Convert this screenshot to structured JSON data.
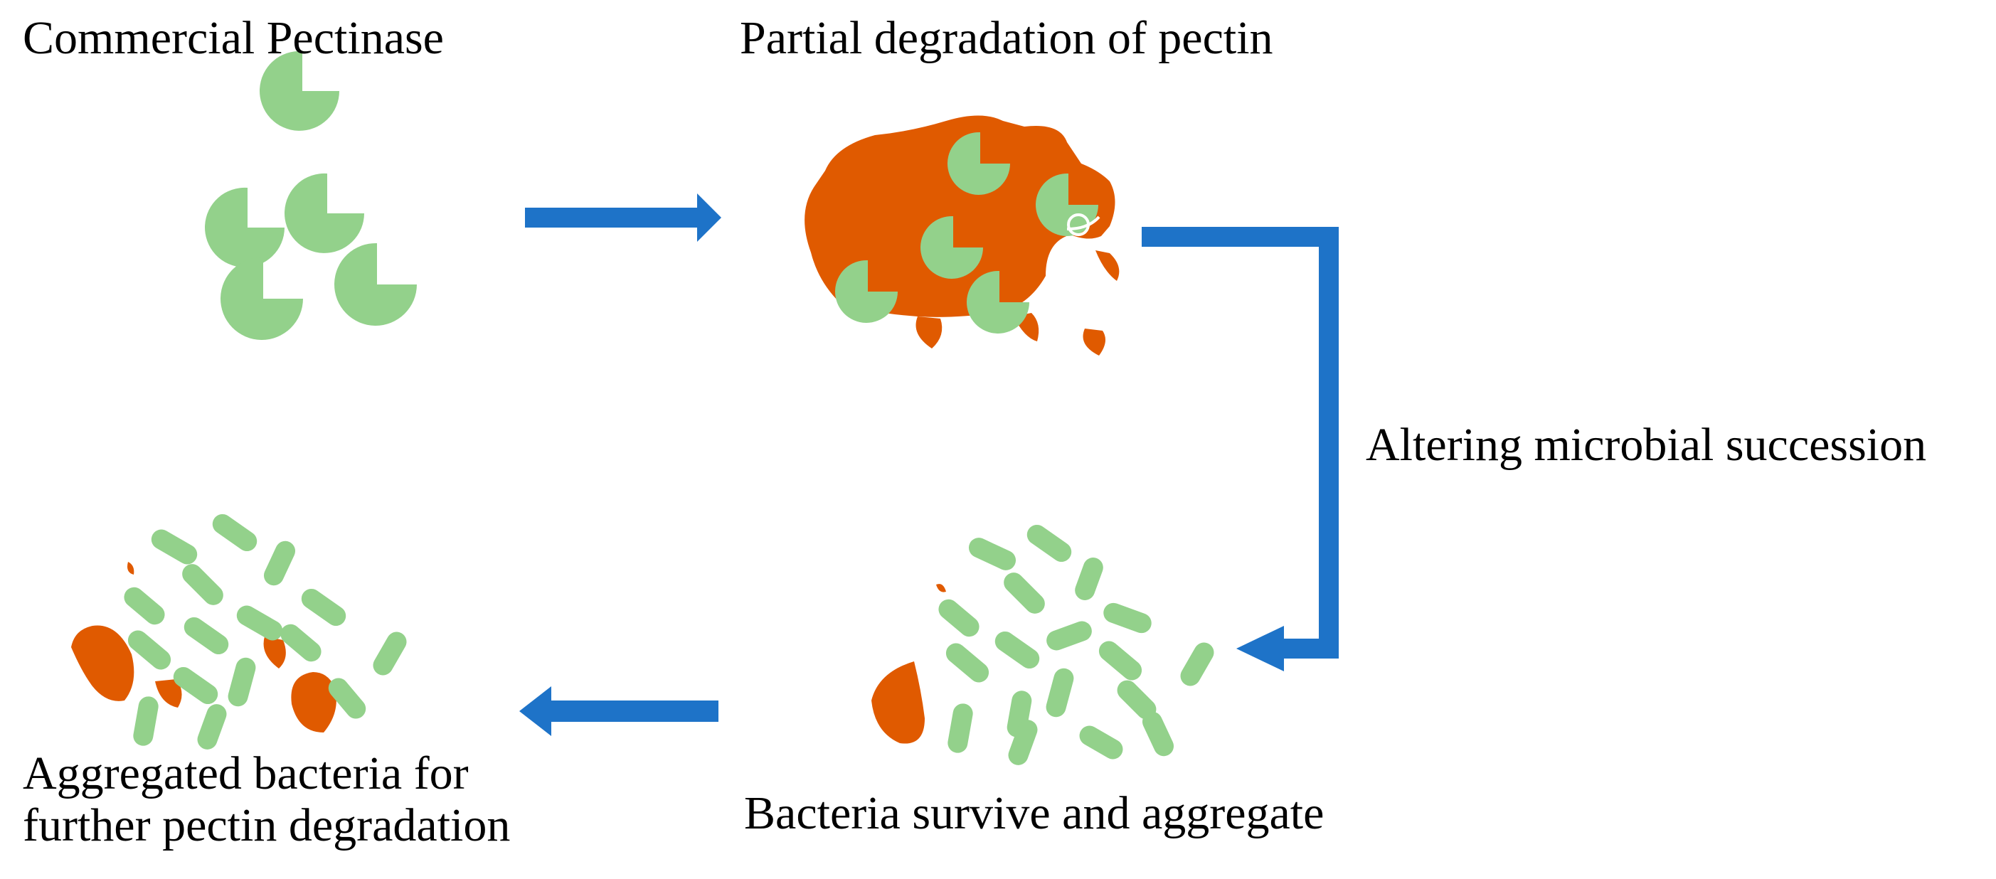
{
  "labels": {
    "enzyme": "Commercial Pectinase",
    "partial_degradation": "Partial degradation of pectin",
    "altering": "Altering microbial succession",
    "survive": "Bacteria survive and aggregate",
    "aggregated_line1": "Aggregated bacteria for",
    "aggregated_line2": "further pectin degradation"
  },
  "colors": {
    "enzyme_green": "#93d18b",
    "pectin_orange": "#e05a00",
    "arrow_blue": "#1e73c8",
    "text": "#000000",
    "background": "#ffffff"
  },
  "icons": {
    "enzyme": "pac-man-shaped enzyme",
    "pectin": "irregular pectin fragment",
    "bacterium": "rod-shaped bacterium"
  }
}
